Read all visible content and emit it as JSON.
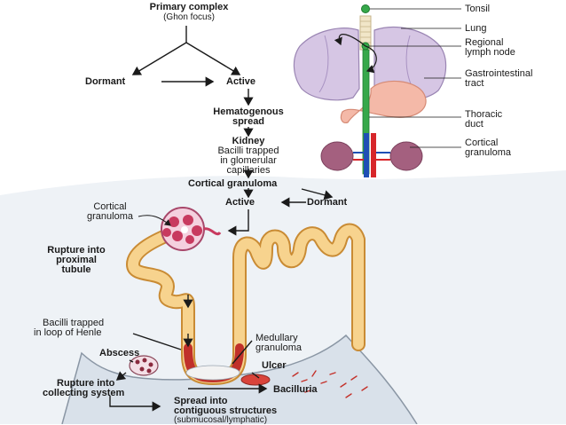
{
  "flow": {
    "primary_complex": "Primary complex",
    "ghon_focus": "(Ghon focus)",
    "dormant": "Dormant",
    "active": "Active",
    "hematogenous_1": "Hematogenous",
    "hematogenous_2": "spread",
    "kidney": "Kidney",
    "glomerular_1": "Bacilli trapped",
    "glomerular_2": "in glomerular",
    "glomerular_3": "capillaries",
    "cortical_granuloma": "Cortical granuloma"
  },
  "anatomy": {
    "tonsil": "Tonsil",
    "lung": "Lung",
    "regional_1": "Regional",
    "regional_2": "lymph node",
    "gi_1": "Gastrointestinal",
    "gi_2": "tract",
    "thoracic_1": "Thoracic",
    "thoracic_2": "duct",
    "cortical_1": "Cortical",
    "cortical_2": "granuloma"
  },
  "nephron": {
    "cortical_1": "Cortical",
    "cortical_2": "granuloma",
    "rupture_1": "Rupture into",
    "rupture_2": "proximal",
    "rupture_3": "tubule",
    "henle_1": "Bacilli trapped",
    "henle_2": "in loop of Henle",
    "medullary_1": "Medullary",
    "medullary_2": "granuloma",
    "abscess": "Abscess",
    "ulcer": "Ulcer",
    "collecting_1": "Rupture into",
    "collecting_2": "collecting system",
    "bacilluria": "Bacilluria",
    "spread_1": "Spread into",
    "spread_2": "contiguous structures",
    "spread_3": "(submucosal/lymphatic)"
  },
  "colors": {
    "thoracic_duct": "#36a84a",
    "tubule": "#f7d38e",
    "loop_of_henle": "#c0302a",
    "lungs": "#d6c6e4",
    "stomach": "#f4b9a8",
    "kidney": "#a4607f"
  }
}
